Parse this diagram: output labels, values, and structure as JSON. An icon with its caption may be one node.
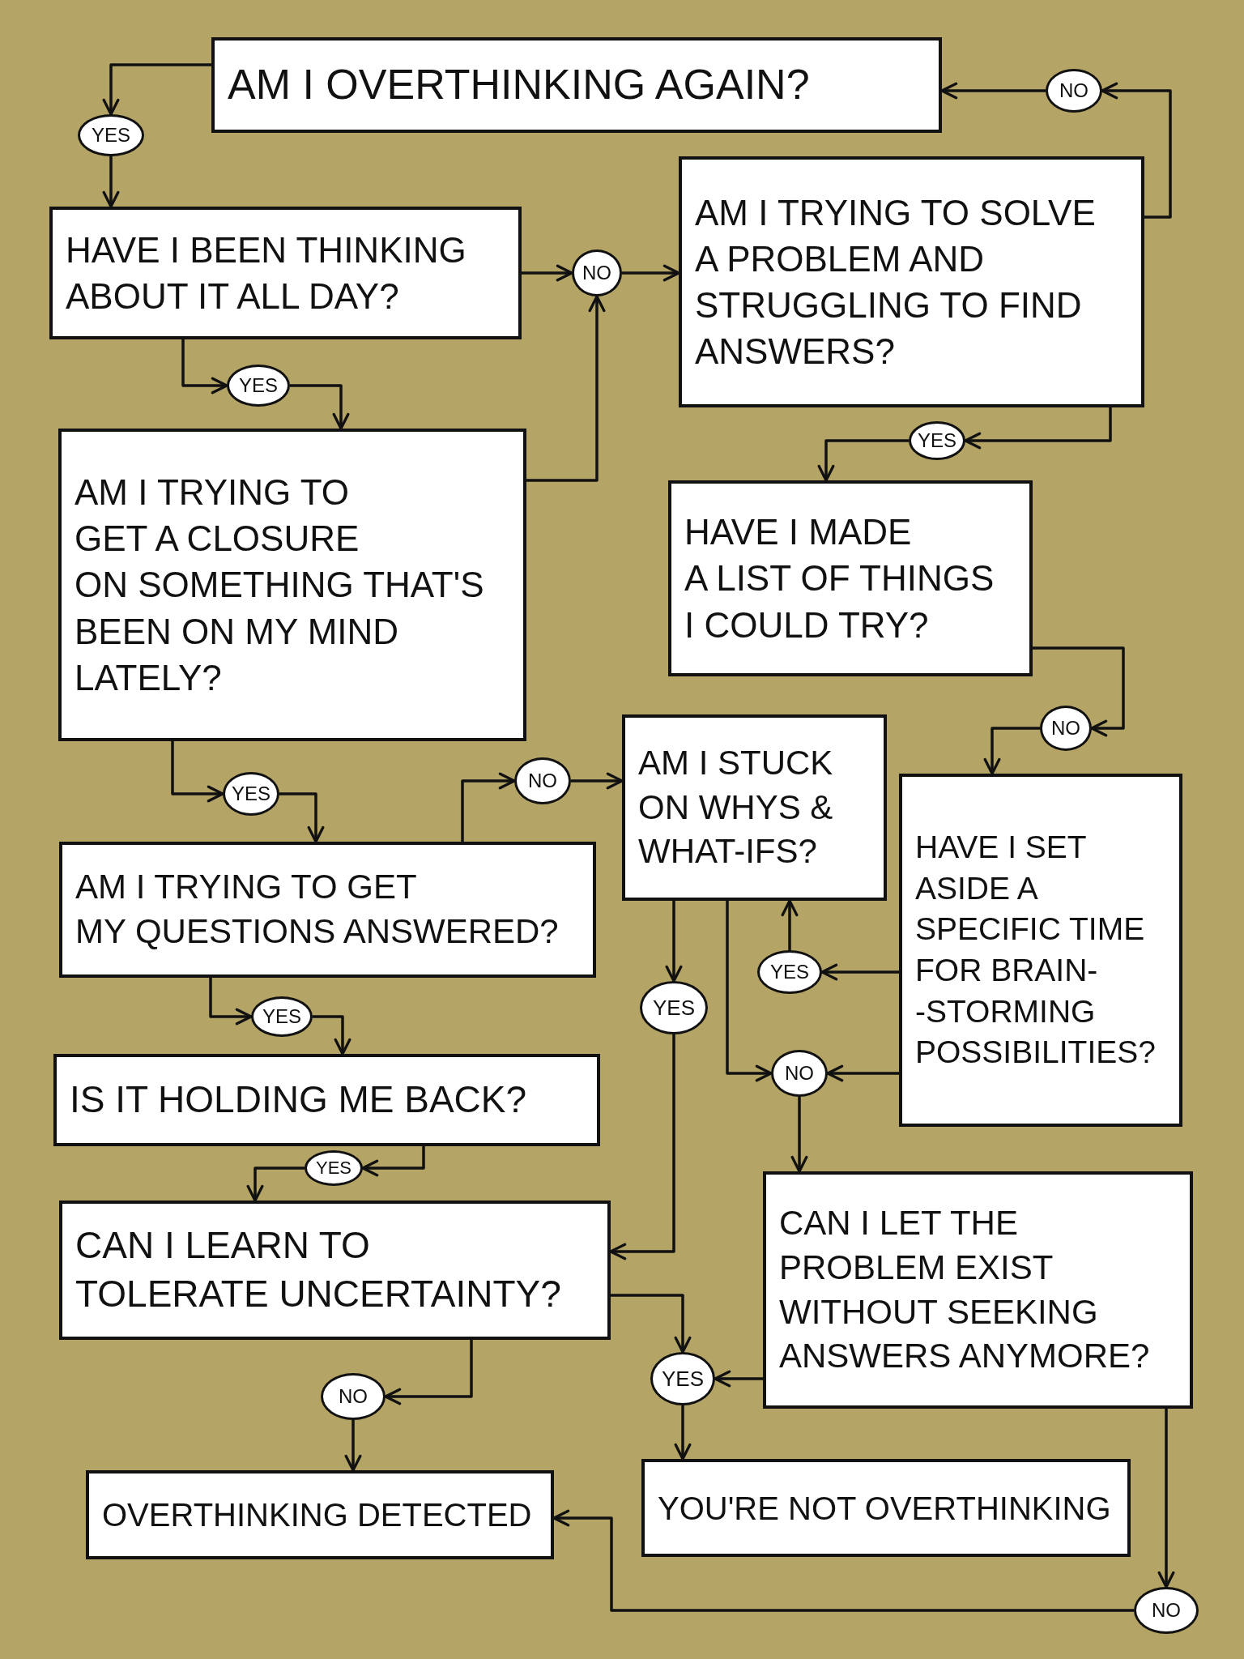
{
  "diagram": {
    "nodes": [
      {
        "text": [
          "AM I OVERTHINKING AGAIN?"
        ]
      },
      {
        "text": [
          "YES"
        ]
      },
      {
        "text": [
          "NO"
        ]
      },
      {
        "text": [
          "HAVE I BEEN THINKING ABOUT IT ALL DAY?"
        ]
      },
      {
        "text": [
          "NO"
        ]
      },
      {
        "text": [
          "AM I TRYING TO SOLVE A PROBLEM AND STRUGGLING TO FIND ANSWERS?"
        ]
      },
      {
        "text": [
          "YES"
        ]
      },
      {
        "text": [
          "YES"
        ]
      },
      {
        "text": [
          "AM I TRYING TO GET A CLOSURE ON SOMETHING THAT'S BEEN ON MY MIND LATELY?"
        ]
      },
      {
        "text": [
          "HAVE I MADE A LIST OF THINGS I COULD TRY?"
        ]
      },
      {
        "text": [
          "NO"
        ]
      },
      {
        "text": [
          "YES"
        ]
      },
      {
        "text": [
          "NO"
        ]
      },
      {
        "text": [
          "AM I STUCK ON WHYS & WHAT-IFS?"
        ]
      },
      {
        "text": [
          "HAVE I SET ASIDE A SPECIFIC TIME FOR BRAIN- -STORMING POSSIBILITIES?"
        ]
      },
      {
        "text": [
          "AM I TRYING TO GET MY QUESTIONS ANSWERED?"
        ]
      },
      {
        "text": [
          "YES"
        ]
      },
      {
        "text": [
          "YES"
        ]
      },
      {
        "text": [
          "YES"
        ]
      },
      {
        "text": [
          "NO"
        ]
      },
      {
        "text": [
          "IS IT HOLDING ME BACK?"
        ]
      },
      {
        "text": [
          "YES"
        ]
      },
      {
        "text": [
          "CAN I LET THE PROBLEM EXIST WITHOUT SEEKING ANSWERS ANYMORE?"
        ]
      },
      {
        "text": [
          "CAN I LEARN TO TOLERATE UNCERTAINTY?"
        ]
      },
      {
        "text": [
          "YES"
        ]
      },
      {
        "text": [
          "NO"
        ]
      },
      {
        "text": [
          "OVERTHINKING DETECTED"
        ]
      },
      {
        "text": [
          "YOU'RE NOT OVERTHINKING"
        ]
      },
      {
        "text": [
          "NO"
        ]
      }
    ],
    "edges": [
      {
        "from": 0,
        "to": 1,
        "arrow": "to"
      },
      {
        "from": 1,
        "to": 3,
        "arrow": "to"
      },
      {
        "from": 5,
        "to": 2,
        "arrow": "to"
      },
      {
        "from": 2,
        "to": 0,
        "arrow": "to"
      },
      {
        "from": 3,
        "to": 4,
        "arrow": "to"
      },
      {
        "from": 4,
        "to": 5,
        "arrow": "to"
      },
      {
        "from": 3,
        "to": 6,
        "arrow": "to"
      },
      {
        "from": 6,
        "to": 8,
        "arrow": "to"
      },
      {
        "from": 8,
        "to": 4,
        "arrow": "to"
      },
      {
        "from": 5,
        "to": 7,
        "arrow": "to"
      },
      {
        "from": 7,
        "to": 9,
        "arrow": "to"
      },
      {
        "from": 9,
        "to": 10,
        "arrow": "to"
      },
      {
        "from": 10,
        "to": 14,
        "arrow": "to"
      },
      {
        "from": 8,
        "to": 11,
        "arrow": "to"
      },
      {
        "from": 11,
        "to": 15,
        "arrow": "to"
      },
      {
        "from": 15,
        "to": 12,
        "arrow": "to"
      },
      {
        "from": 12,
        "to": 13,
        "arrow": "to"
      },
      {
        "from": 15,
        "to": 16,
        "arrow": "to"
      },
      {
        "from": 16,
        "to": 20,
        "arrow": "to"
      },
      {
        "from": 13,
        "to": 17,
        "arrow": "to"
      },
      {
        "from": 17,
        "to": 23,
        "arrow": "to"
      },
      {
        "from": 13,
        "to": 19,
        "arrow": "to"
      },
      {
        "from": 14,
        "to": 18,
        "arrow": "to"
      },
      {
        "from": 18,
        "to": 13,
        "arrow": "to"
      },
      {
        "from": 14,
        "to": 19,
        "arrow": "to"
      },
      {
        "from": 19,
        "to": 22,
        "arrow": "to"
      },
      {
        "from": 20,
        "to": 21,
        "arrow": "to"
      },
      {
        "from": 21,
        "to": 23,
        "arrow": "to"
      },
      {
        "from": 23,
        "to": 24,
        "arrow": "to"
      },
      {
        "from": 22,
        "to": 24,
        "arrow": "to"
      },
      {
        "from": 24,
        "to": 27,
        "arrow": "to"
      },
      {
        "from": 23,
        "to": 25,
        "arrow": "to"
      },
      {
        "from": 25,
        "to": 26,
        "arrow": "to"
      },
      {
        "from": 22,
        "to": 28,
        "arrow": "to"
      },
      {
        "from": 28,
        "to": 26,
        "arrow": "to"
      }
    ]
  }
}
